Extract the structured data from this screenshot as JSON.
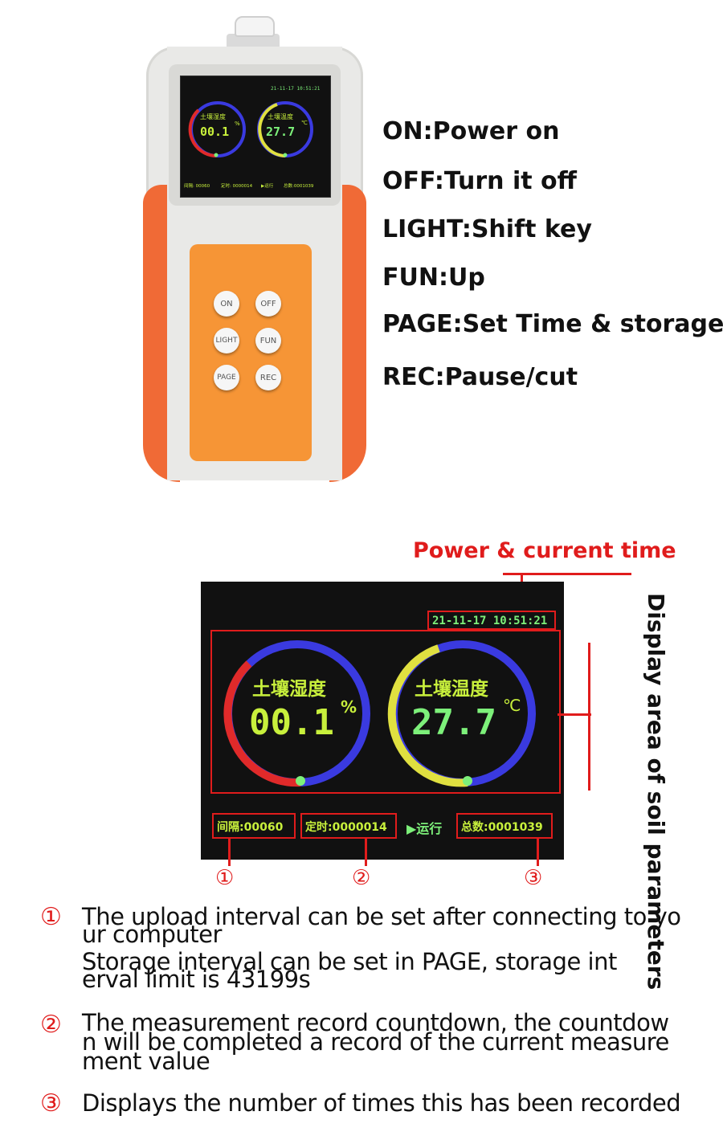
{
  "device": {
    "screen": {
      "datetime": "21-11-17 10:51:21",
      "humidity_label": "土壤湿度",
      "humidity_value": "00.1",
      "humidity_unit": "%",
      "temperature_label": "土壤温度",
      "temperature_value": "27.7",
      "temperature_unit": "℃",
      "interval": "间隔: 00060",
      "timer": "定时: 0000014",
      "status": "▶运行",
      "total": "总数:0001039"
    },
    "keys": {
      "on": "ON",
      "off": "OFF",
      "light": "LIGHT",
      "fun": "FUN",
      "page": "PAGE",
      "rec": "REC"
    }
  },
  "button_descriptions": [
    "ON:Power on",
    "OFF:Turn it off",
    "LIGHT:Shift key",
    "FUN:Up",
    "PAGE:Set Time & storage",
    "REC:Pause/cut"
  ],
  "annotations": {
    "power_time": "Power & current time",
    "display_area": "Display area of soil parameters",
    "markers": [
      "①",
      "②",
      "③"
    ]
  },
  "big_screen": {
    "datetime": "21-11-17 10:51:21",
    "humidity_label": "土壤湿度",
    "humidity_value": "00.1",
    "humidity_unit": "%",
    "temperature_label": "土壤温度",
    "temperature_value": "27.7",
    "temperature_unit": "℃",
    "interval": "间隔:00060",
    "timer": "定时:0000014",
    "status": "▶运行",
    "total": "总数:0001039"
  },
  "notes": [
    {
      "marker": "①",
      "lines": [
        "The upload interval can be set after connecting to yo",
        "ur computer",
        "Storage interval can be set in PAGE, storage int",
        "erval limit is 43199s"
      ]
    },
    {
      "marker": "②",
      "lines": [
        "The measurement record countdown, the countdow",
        "n will be completed a record of the current measure",
        "ment value"
      ]
    },
    {
      "marker": "③",
      "lines": [
        "Displays the number of times this has been recorded"
      ]
    }
  ],
  "colors": {
    "accent_red": "#e01c1c",
    "device_orange": "#f06a36",
    "keypad_orange": "#f69536",
    "ring_blue": "#3a3ae0",
    "ring_red": "#e02a2a",
    "ring_yellow": "#e0e040",
    "digit_green": "#7df07a"
  }
}
